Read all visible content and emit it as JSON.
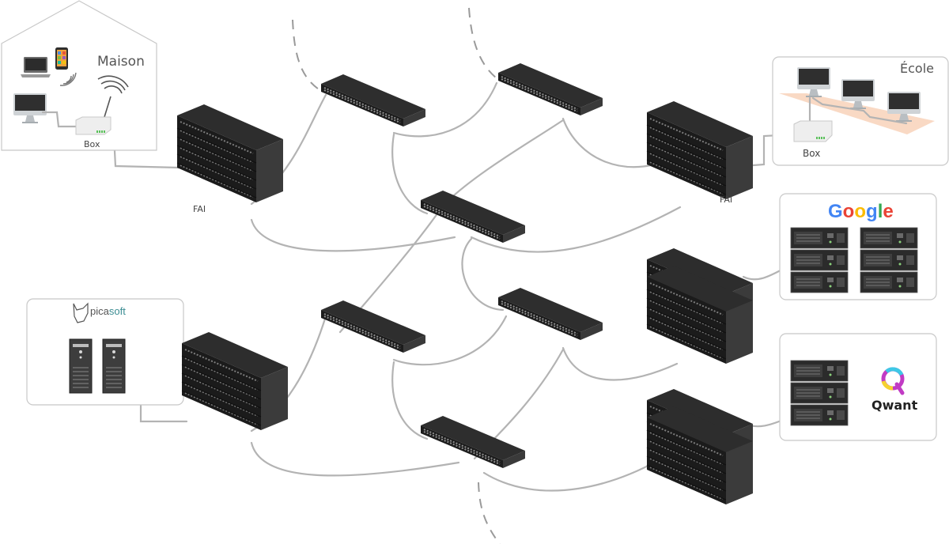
{
  "home": {
    "label": "Maison",
    "box_label": "Box"
  },
  "school": {
    "label": "École",
    "box_label": "Box"
  },
  "isp_labels": [
    "FAI",
    "FAI"
  ],
  "picasoft": {
    "logo_text_1": "pica",
    "logo_text_2": "soft"
  },
  "google": {
    "logo_letters": [
      "G",
      "o",
      "o",
      "g",
      "l",
      "e"
    ]
  },
  "qwant": {
    "logo_text": "Qwant"
  },
  "colors": {
    "google_blue": "#4285F4",
    "google_red": "#EA4335",
    "google_yellow": "#FBBC05",
    "google_green": "#34A853",
    "picasoft_teal": "#3c8d93",
    "cable": "#b3b3b3",
    "rack_dark": "#2a2a2a",
    "desk": "#f9d9c4"
  },
  "icons": {
    "home_devices": [
      "laptop-icon",
      "smartphone-icon",
      "wifi-signal-icon",
      "desktop-monitor-icon",
      "router-icon",
      "wifi-antenna-icon"
    ],
    "school_devices": [
      "desktop-monitor-icon",
      "desktop-monitor-icon",
      "desktop-monitor-icon",
      "router-icon"
    ],
    "server_racks": [
      "server-rack-icon"
    ],
    "switches": [
      "network-switch-icon"
    ],
    "picasoft": [
      "picasoft-fox-logo",
      "tower-server-icon",
      "tower-server-icon"
    ]
  }
}
